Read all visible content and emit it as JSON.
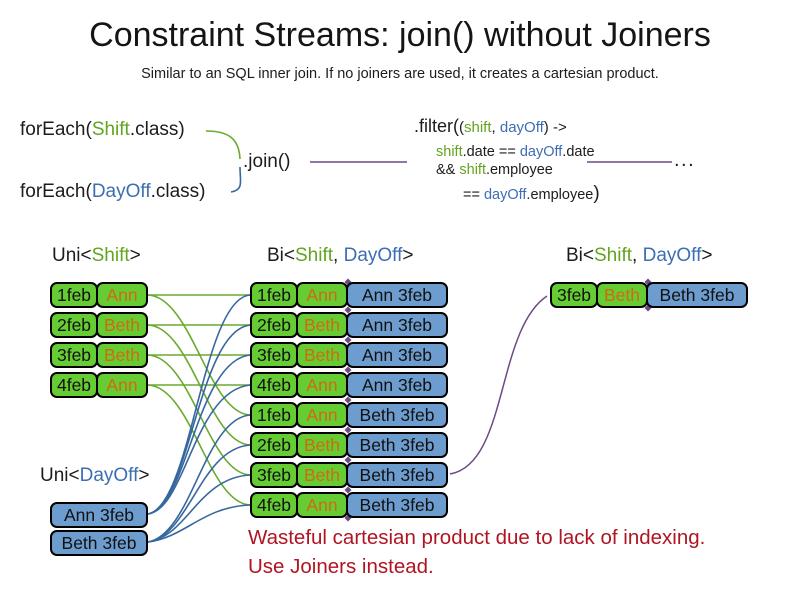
{
  "slide": {
    "title": "Constraint Streams: join() without Joiners",
    "subtitle": "Similar to an SQL inner join. If no joiners are used, it creates a cartesian product."
  },
  "colors": {
    "green_text": "#62a420",
    "blue_text": "#3c6eb4",
    "green_fill": "#66cc33",
    "blue_fill": "#6d9ccf",
    "orange_text": "#d2690f",
    "red_text": "#b11422",
    "green_line": "#6aaa2e",
    "blue_line": "#36679f",
    "purple_line": "#6a4a85"
  },
  "code": {
    "foreach_shift": {
      "pre": "forEach(",
      "type": "Shift",
      "post": ".class)"
    },
    "foreach_dayoff": {
      "pre": "forEach(",
      "type": "DayOff",
      "post": ".class)"
    },
    "join_label": ".join()",
    "filter_line1": {
      "head": ".filter(",
      "open": "(",
      "arg1": "shift",
      "sep": ", ",
      "arg2": "dayOff",
      "tail": ") ->"
    },
    "filter_line2": {
      "t1": "shift",
      "t2": ".date == ",
      "t3": "dayOff",
      "t4": ".date"
    },
    "filter_line3": {
      "t1": "&& ",
      "t2": "shift",
      "t3": ".employee"
    },
    "filter_line4": {
      "t1": "== ",
      "t2": "dayOff",
      "t3": ".employee",
      "close": ")"
    },
    "ellipsis": "..."
  },
  "tables": {
    "uni_shift": {
      "label": {
        "pre": "Uni<",
        "type1": "Shift",
        "post": ">"
      },
      "rows": [
        {
          "date": "1feb",
          "name": "Ann"
        },
        {
          "date": "2feb",
          "name": "Beth"
        },
        {
          "date": "3feb",
          "name": "Beth"
        },
        {
          "date": "4feb",
          "name": "Ann"
        }
      ]
    },
    "uni_dayoff": {
      "label": {
        "pre": "Uni<",
        "type1": "DayOff",
        "post": ">"
      },
      "rows": [
        {
          "pair": "Ann 3feb"
        },
        {
          "pair": "Beth 3feb"
        }
      ]
    },
    "bi_product": {
      "label": {
        "pre": "Bi<",
        "type1": "Shift",
        "sep": ", ",
        "type2": "DayOff",
        "post": ">"
      },
      "rows": [
        {
          "date": "1feb",
          "name": "Ann",
          "pair": "Ann 3feb"
        },
        {
          "date": "2feb",
          "name": "Beth",
          "pair": "Ann 3feb"
        },
        {
          "date": "3feb",
          "name": "Beth",
          "pair": "Ann 3feb"
        },
        {
          "date": "4feb",
          "name": "Ann",
          "pair": "Ann 3feb"
        },
        {
          "date": "1feb",
          "name": "Ann",
          "pair": "Beth 3feb"
        },
        {
          "date": "2feb",
          "name": "Beth",
          "pair": "Beth 3feb"
        },
        {
          "date": "3feb",
          "name": "Beth",
          "pair": "Beth 3feb"
        },
        {
          "date": "4feb",
          "name": "Ann",
          "pair": "Beth 3feb"
        }
      ]
    },
    "bi_filtered": {
      "label": {
        "pre": "Bi<",
        "type1": "Shift",
        "sep": ", ",
        "type2": "DayOff",
        "post": ">"
      },
      "rows": [
        {
          "date": "3feb",
          "name": "Beth",
          "pair": "Beth 3feb"
        }
      ]
    }
  },
  "warning": {
    "line1": "Wasteful cartesian product due to lack of indexing.",
    "line2": "Use Joiners instead."
  }
}
